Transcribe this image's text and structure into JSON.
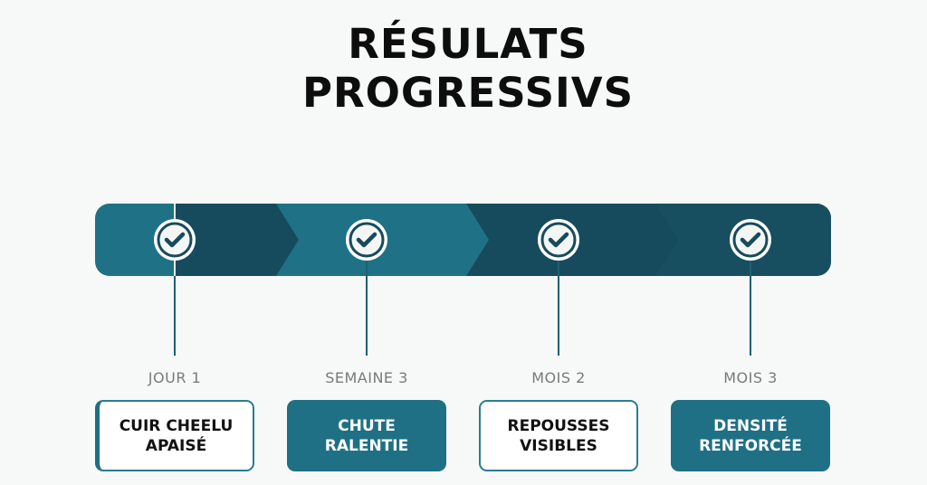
{
  "title": {
    "line1": "RÉSULATS",
    "line2": "PROGRESSIVS"
  },
  "colors": {
    "teal": "#1f7185",
    "dark_teal": "#164b5d",
    "text_gray": "#7a7a7a"
  },
  "milestones": [
    {
      "period": "JOUR 1",
      "line1": "CUIR CHEELU",
      "line2": "APAISÉ",
      "style": "light",
      "icon": "check-circle-icon"
    },
    {
      "period": "SEMAINE 3",
      "line1": "CHUTE",
      "line2": "RALENTIE",
      "style": "dark",
      "icon": "check-circle-icon"
    },
    {
      "period": "MOIS 2",
      "line1": "REPOUSSES",
      "line2": "VISIBLES",
      "style": "light",
      "icon": "check-circle-icon"
    },
    {
      "period": "MOIS 3",
      "line1": "DENSITÉ",
      "line2": "RENFORCÉE",
      "style": "dark",
      "icon": "check-circle-icon"
    }
  ]
}
